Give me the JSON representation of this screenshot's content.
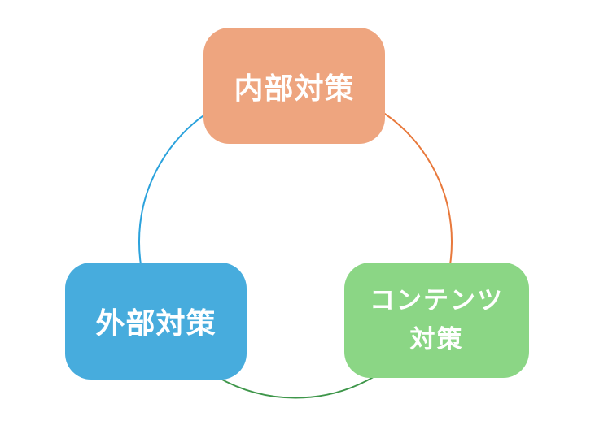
{
  "diagram": {
    "kind": "cycle-diagram",
    "background": "#FFFFFF",
    "nodes": [
      {
        "id": "internal-measures",
        "label": "内部対策",
        "fill": "#EEA57F",
        "text_color": "#FFFFFF"
      },
      {
        "id": "external-measures",
        "label": "外部対策",
        "fill": "#47ACDD",
        "text_color": "#FFFFFF"
      },
      {
        "id": "content-measures",
        "label": "コンテンツ対策",
        "lines": [
          "コンテンツ",
          "対策"
        ],
        "fill": "#8BD685",
        "text_color": "#FFFFFF"
      }
    ],
    "arcs": [
      {
        "id": "arc-internal-to-external",
        "from": "internal-measures",
        "to": "external-measures",
        "color": "#2BA2DC"
      },
      {
        "id": "arc-internal-to-content",
        "from": "internal-measures",
        "to": "content-measures",
        "color": "#E8793C"
      },
      {
        "id": "arc-external-to-content",
        "from": "external-measures",
        "to": "content-measures",
        "color": "#3E964A"
      }
    ]
  }
}
